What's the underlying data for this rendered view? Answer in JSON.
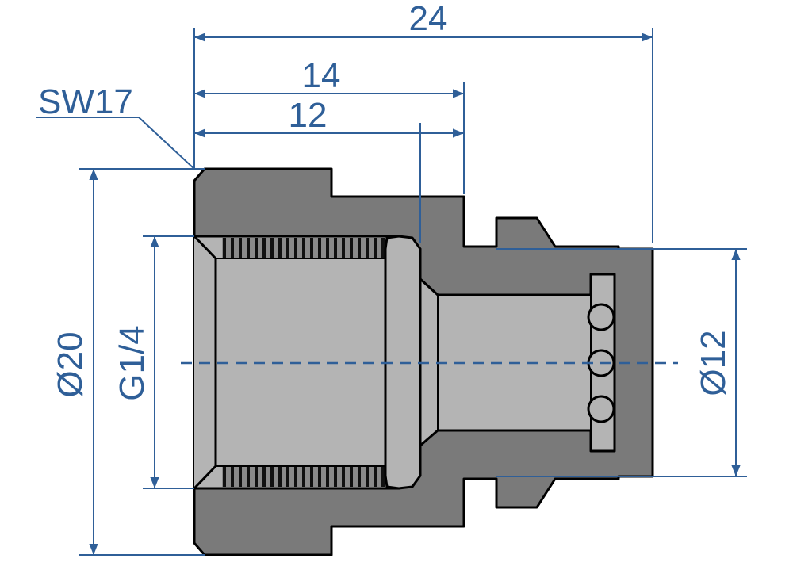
{
  "colors": {
    "dimension": "#2f5f98",
    "body": "#7a7a7a",
    "bore": "#b4b4b4",
    "outline": "#000000",
    "background": "#ffffff"
  },
  "labels": {
    "wrench_size": "SW17",
    "overall_length": "24",
    "body_length": "14",
    "thread_depth": "12",
    "outer_diameter": "Ø20",
    "thread_size": "G1/4",
    "spigot_diameter": "Ø12"
  }
}
